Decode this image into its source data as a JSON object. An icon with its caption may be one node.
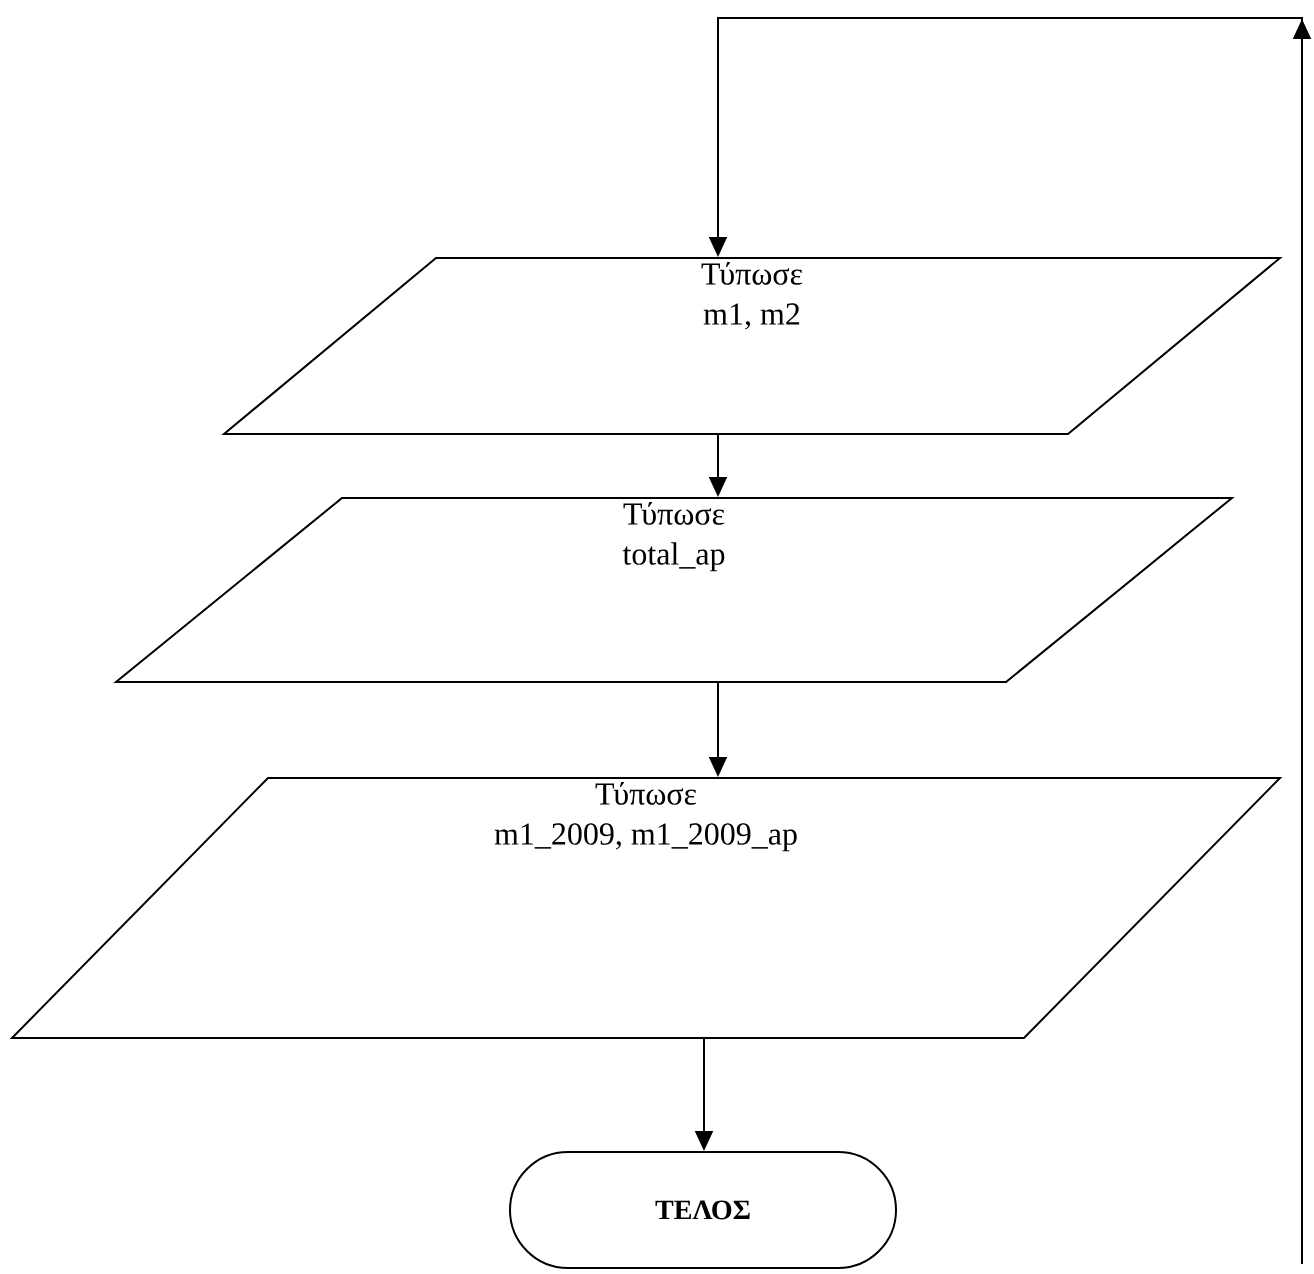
{
  "diagram": {
    "nodes": [
      {
        "text": [
          "Τύπωσε",
          "m1, m2"
        ]
      },
      {
        "text": [
          "Τύπωσε",
          "total_ap"
        ]
      },
      {
        "text": [
          "Τύπωσε",
          "m1_2009, m1_2009_ap"
        ]
      },
      {
        "text": [
          "ΤΕΛΟΣ"
        ]
      }
    ],
    "edges": [
      {
        "from": null,
        "to": 0,
        "arrow": "to"
      },
      {
        "from": 0,
        "to": 1,
        "arrow": "to"
      },
      {
        "from": 1,
        "to": 2,
        "arrow": "to"
      },
      {
        "from": 2,
        "to": 3,
        "arrow": "to"
      }
    ]
  }
}
